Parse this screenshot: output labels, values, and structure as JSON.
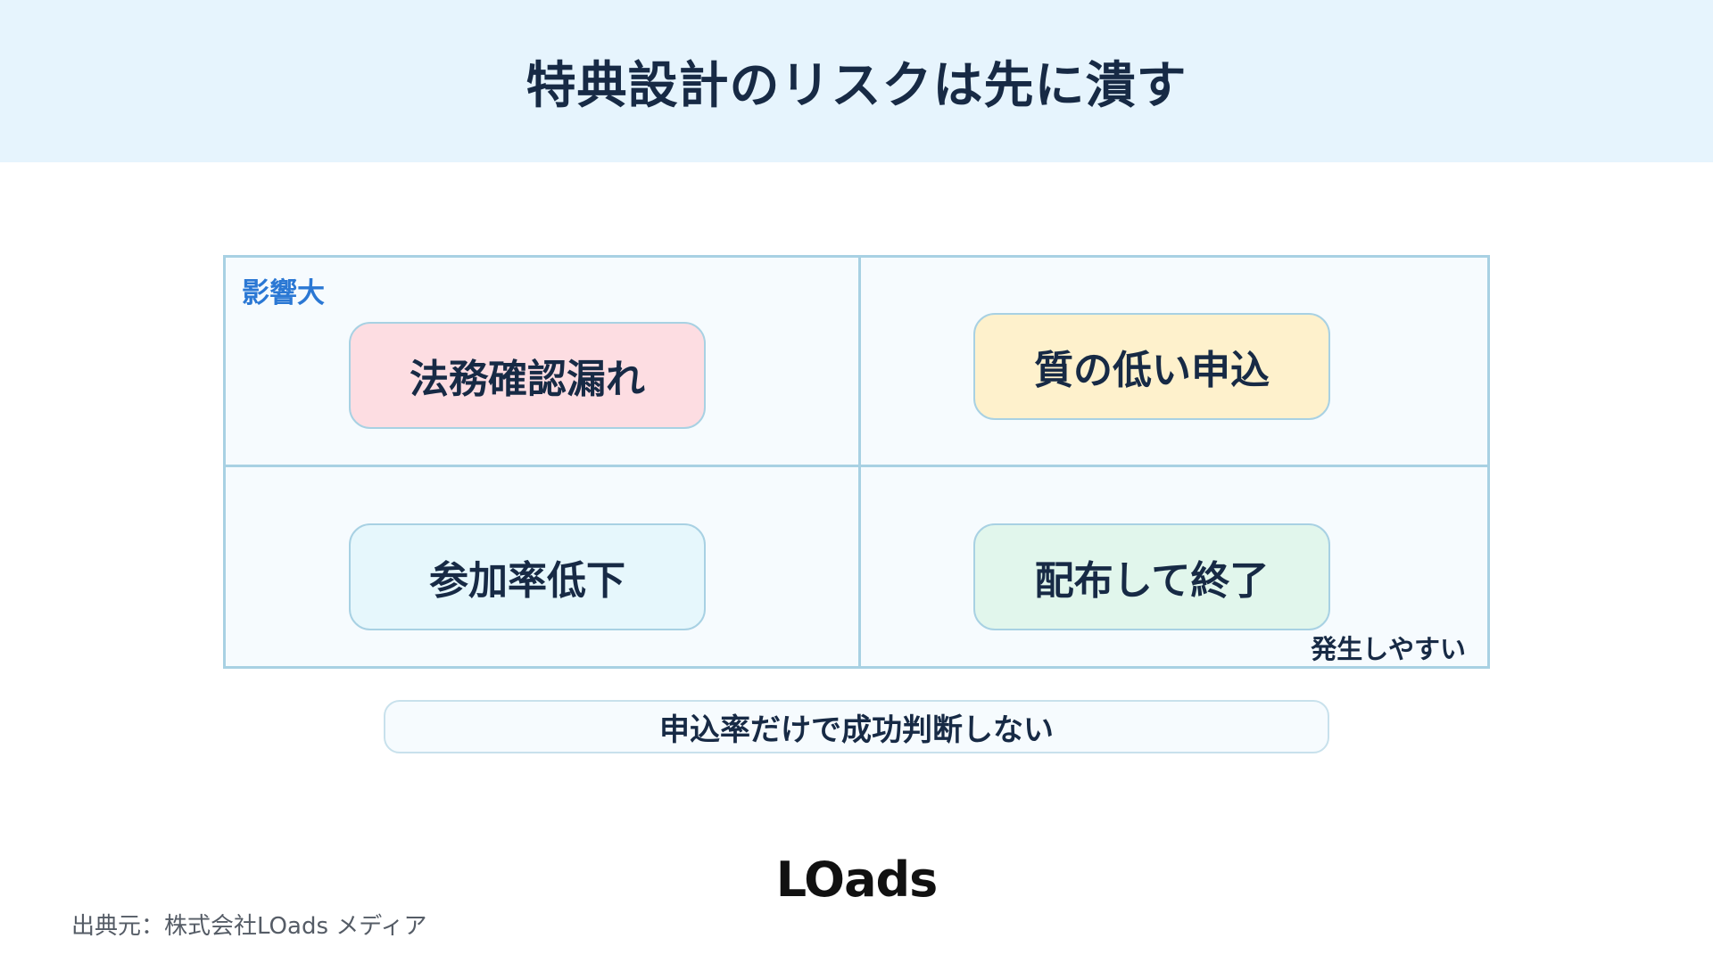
{
  "header": {
    "title": "特典設計のリスクは先に潰す"
  },
  "matrix": {
    "axis_impact_label": "影響大",
    "axis_likelihood_label": "発生しやすい",
    "risks": [
      {
        "label": "法務確認漏れ",
        "color": "#fddde2"
      },
      {
        "label": "質の低い申込",
        "color": "#fef1cc"
      },
      {
        "label": "参加率低下",
        "color": "#e6f7fc"
      },
      {
        "label": "配布して終了",
        "color": "#e1f6ec"
      }
    ]
  },
  "banner": {
    "text": "申込率だけで成功判断しない"
  },
  "footer": {
    "logo": "LOads",
    "source": "出典元：株式会社LOads メディア"
  },
  "colors": {
    "header_bg": "#e6f4fd",
    "grid_line": "#a8d1e3",
    "impact_accent": "#2b78d4",
    "text_dark": "#172a45"
  }
}
